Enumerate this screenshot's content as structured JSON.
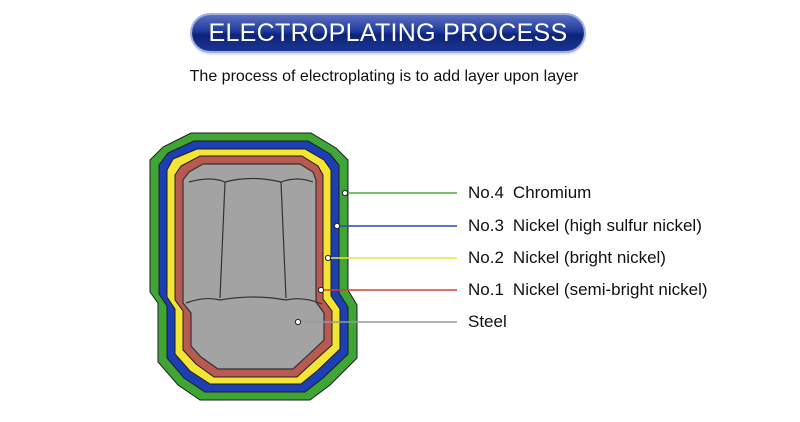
{
  "title": "ELECTROPLATING PROCESS",
  "subtitle": "The process of electroplating is to add layer upon layer",
  "layers": [
    {
      "id": "chromium",
      "number": "No.4",
      "name": "Chromium",
      "color": "#3fa535",
      "line_color": "#4cae3a"
    },
    {
      "id": "nickel-high-sulfur",
      "number": "No.3",
      "name": "Nickel (high sulfur nickel)",
      "color": "#1c3fb4",
      "line_color": "#2a48b8"
    },
    {
      "id": "nickel-bright",
      "number": "No.2",
      "name": "Nickel (bright nickel)",
      "color": "#f2e536",
      "line_color": "#f0e43a"
    },
    {
      "id": "nickel-semi-bright",
      "number": "No.1",
      "name": "Nickel (semi-bright nickel)",
      "color": "#b85a52",
      "line_color": "#d9402e"
    },
    {
      "id": "steel",
      "number": "",
      "name": "Steel",
      "color": "#9a9a9a",
      "line_color": "#9a9a9a"
    }
  ]
}
